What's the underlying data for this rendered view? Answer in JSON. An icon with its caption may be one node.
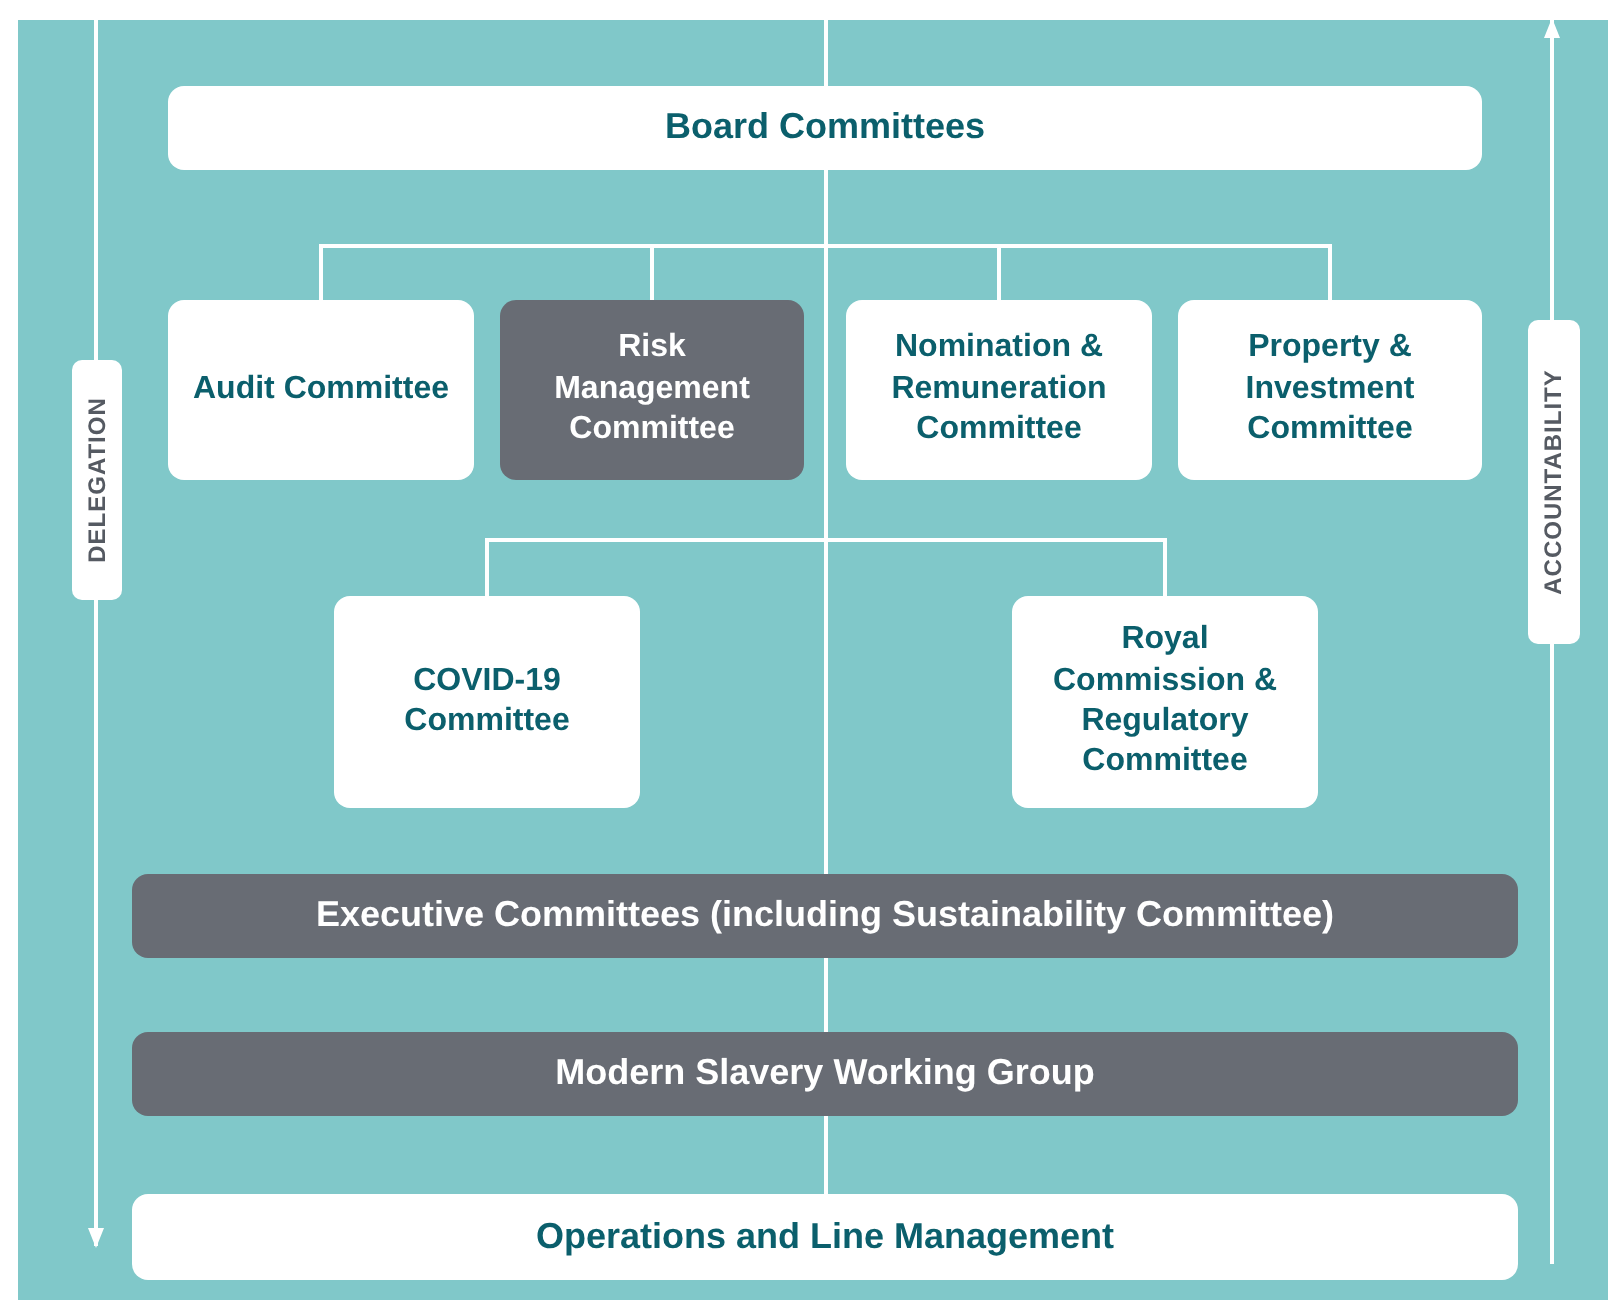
{
  "diagram": {
    "nodes": [
      {
        "text": [
          "Board Committees"
        ]
      },
      {
        "text": [
          "Audit Committee"
        ]
      },
      {
        "text": [
          "Risk Management Committee"
        ]
      },
      {
        "text": [
          "Nomination & Remuneration Committee"
        ]
      },
      {
        "text": [
          "Property & Investment Committee"
        ]
      },
      {
        "text": [
          "COVID-19 Committee"
        ]
      },
      {
        "text": [
          "Royal Commission & Regulatory Committee"
        ]
      },
      {
        "text": [
          "Executive Committees (including Sustainability Committee)"
        ]
      },
      {
        "text": [
          "Modern Slavery Working Group"
        ]
      },
      {
        "text": [
          "Operations and Line Management"
        ]
      },
      {
        "text": [
          "DELEGATION"
        ]
      },
      {
        "text": [
          "ACCOUNTABILITY"
        ]
      }
    ],
    "edges": [
      {
        "from": null,
        "to": 0,
        "arrow": "none"
      },
      {
        "from": 0,
        "to": 1,
        "arrow": "none"
      },
      {
        "from": 0,
        "to": 2,
        "arrow": "none"
      },
      {
        "from": 0,
        "to": 3,
        "arrow": "none"
      },
      {
        "from": 0,
        "to": 4,
        "arrow": "none"
      },
      {
        "from": 0,
        "to": 5,
        "arrow": "none"
      },
      {
        "from": 0,
        "to": 6,
        "arrow": "none"
      },
      {
        "from": 0,
        "to": 7,
        "arrow": "none"
      },
      {
        "from": 7,
        "to": 8,
        "arrow": "none"
      },
      {
        "from": 8,
        "to": 9,
        "arrow": "none"
      }
    ]
  }
}
